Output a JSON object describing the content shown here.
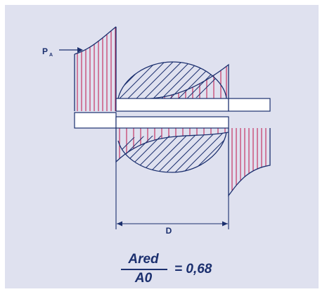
{
  "labels": {
    "pressure": "P",
    "pressure_sub": "A",
    "dimension": "D"
  },
  "formula": {
    "numerator": "Ared",
    "denominator": "A0",
    "equals": "= 0,68"
  },
  "colors": {
    "background": "#dfe1ef",
    "ink": "#1b2f6e",
    "hatch_red": "#c0144a"
  }
}
